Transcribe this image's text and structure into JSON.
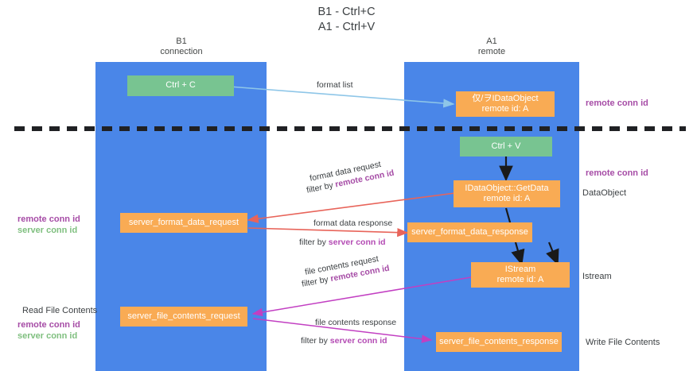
{
  "title": "B1 - Ctrl+C\nA1 - Ctrl+V",
  "lanes": [
    {
      "name": "b1",
      "header": "B1\nconnection",
      "color": "#4a86e8"
    },
    {
      "name": "a1",
      "header": "A1\nremote",
      "color": "#4a86e8"
    }
  ],
  "boxes": {
    "ctrl_c": "Ctrl + C",
    "ctrl_v": "Ctrl + V",
    "idataobject": "仅/ヲIDataObject\nremote id: A",
    "getdata": "IDataObject::GetData\nremote id: A",
    "istream": "IStream\nremote id: A",
    "server_format_data_request": "server_format_data_request",
    "server_format_data_response": "server_format_data_response",
    "server_file_contents_request": "server_file_contents_request",
    "server_file_contents_response": "server_file_contents_response"
  },
  "edges": {
    "format_list": "format list",
    "format_data_request": "format data request",
    "format_data_response": "format data response",
    "file_contents_request": "file contents request",
    "file_contents_response": "file contents response",
    "filter_by": "filter by ",
    "remote_conn_id": "remote conn id",
    "server_conn_id": "server conn id"
  },
  "annotations": {
    "remote_conn_id_top": "remote conn id",
    "remote_conn_id_mid": "remote conn id",
    "dataobject": "DataObject",
    "istream": "Istream",
    "write_file_contents": "Write File Contents",
    "read_file_contents": "Read File Contents",
    "legend_remote": "remote conn id",
    "legend_server": "server conn id",
    "legend2_remote": "remote conn id",
    "legend2_server": "server conn id"
  },
  "colors": {
    "lane": "#4a86e8",
    "green_box": "#78c491",
    "orange_box": "#f9ab54",
    "purple": "#a64ca6",
    "green_text": "#7fbf7f",
    "red_arrow": "#e8645a",
    "magenta_arrow": "#c council",
    "blue_arrow": "#8ec6e8",
    "divider": "#202124"
  }
}
